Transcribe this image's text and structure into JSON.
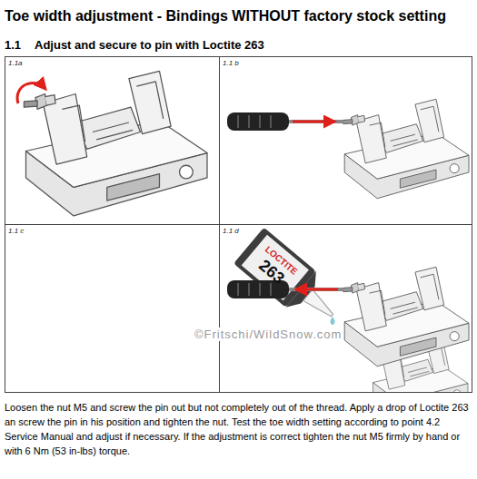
{
  "diagram": {
    "title": "Toe width adjustment - Bindings WITHOUT factory stock setting",
    "caption": "Loosen the nut M5 and screw the pin out but not completely out of the thread. Apply a drop of Loctite 263 an screw the pin in his position and tighten the nut. Test the toe width setting according to point 4.2 Service Manual and adjust if necessary. If the adjustment is correct tighten the nut M5 firmly by hand or with 6 Nm (53 in-lbs) torque.",
    "nodes": [
      {
        "text": [
          "1.1a"
        ]
      },
      {
        "text": [
          "1.1 b"
        ]
      },
      {
        "text": [
          "1.1 c"
        ]
      },
      {
        "text": [
          "1.1 d"
        ]
      }
    ],
    "labels": [
      "1.1",
      "Adjust and secure to pin with Loctite 263",
      "LOCTITE",
      "263",
      "©Fritschi/WildSnow.com"
    ]
  }
}
